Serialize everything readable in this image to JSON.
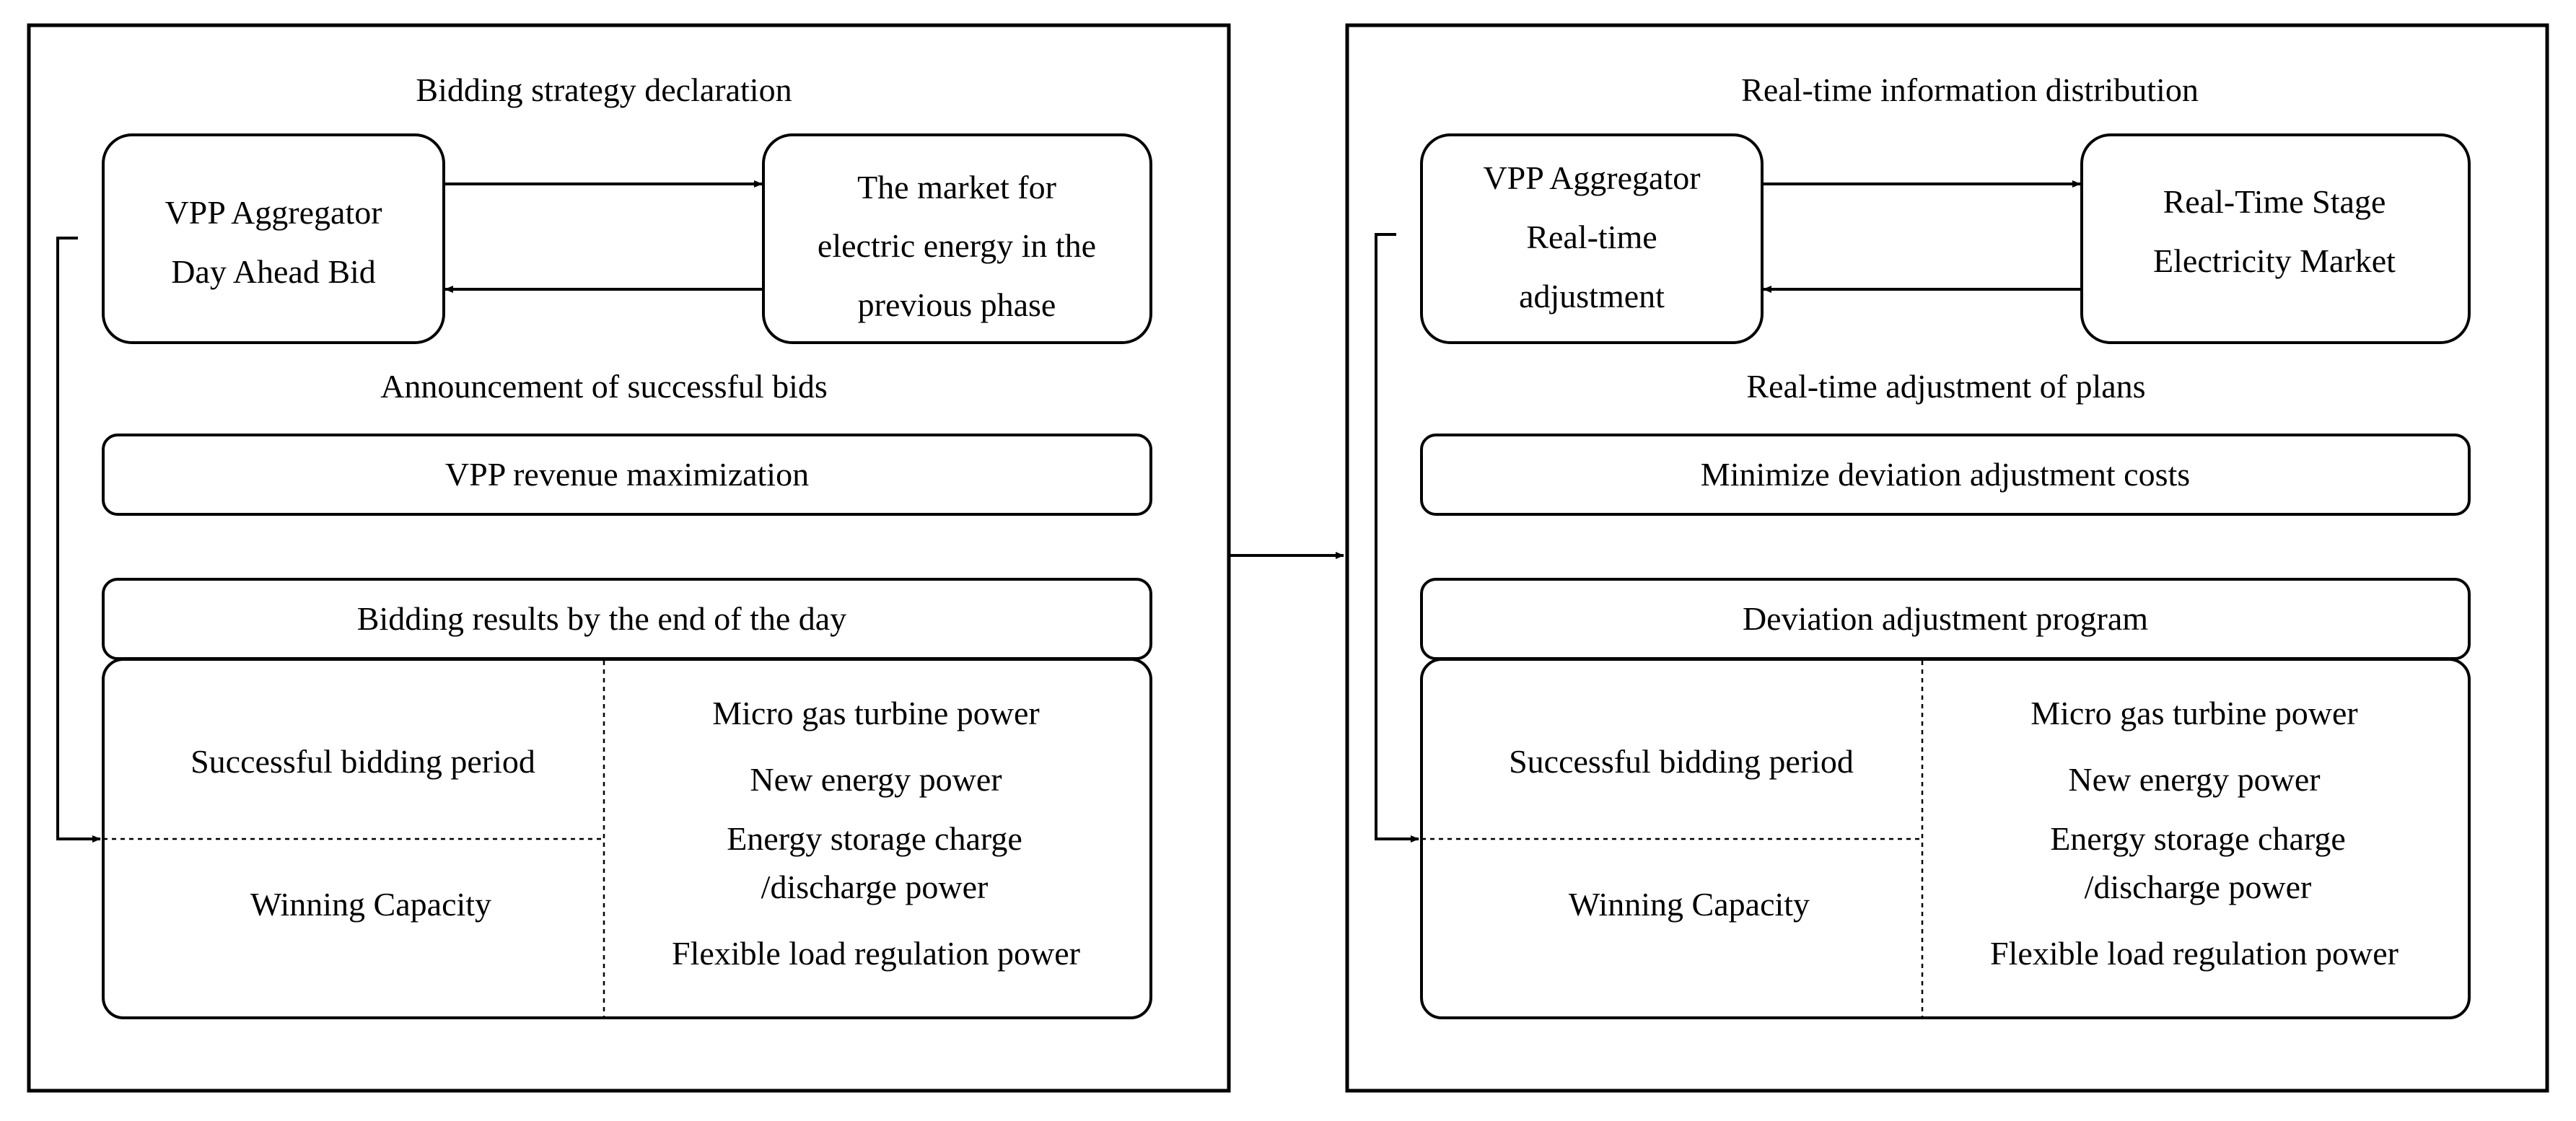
{
  "left_panel": {
    "heading": "Bidding strategy declaration",
    "aggregator_box": [
      "VPP Aggregator",
      "Day Ahead Bid"
    ],
    "market_box": [
      "The market for",
      "electric energy in the",
      "previous phase"
    ],
    "announcement": "Announcement of successful bids",
    "objective": "VPP revenue maximization",
    "results_title": "Bidding results by the end of the day",
    "period_label": "Successful bidding period",
    "capacity_label": "Winning Capacity",
    "power_items": [
      "Micro gas turbine power",
      "New energy power",
      "Energy storage charge",
      "/discharge power",
      "Flexible load regulation power"
    ]
  },
  "right_panel": {
    "heading": "Real-time information distribution",
    "aggregator_box": [
      "VPP Aggregator",
      "Real-time",
      "adjustment"
    ],
    "market_box": [
      "Real-Time Stage",
      "Electricity Market"
    ],
    "announcement": "Real-time adjustment of plans",
    "objective": "Minimize deviation adjustment costs",
    "results_title": "Deviation adjustment program",
    "period_label": "Successful bidding period",
    "capacity_label": "Winning Capacity",
    "power_items": [
      "Micro gas turbine power",
      "New energy power",
      "Energy storage charge",
      "/discharge power",
      "Flexible load regulation power"
    ]
  }
}
